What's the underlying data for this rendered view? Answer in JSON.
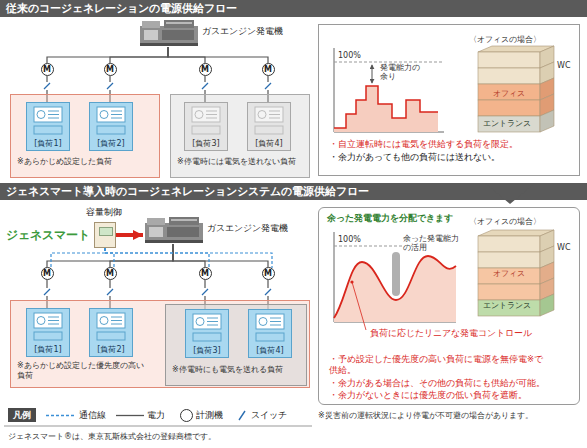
{
  "diagram": {
    "nodes": [
      {
        "text": [
          "従来のコージェネレーションの電源供給フロー"
        ]
      },
      {
        "text": [
          "ガスエンジン発電機"
        ]
      },
      {
        "text": [
          "M"
        ]
      },
      {
        "text": [
          "M"
        ]
      },
      {
        "text": [
          "M"
        ]
      },
      {
        "text": [
          "M"
        ]
      },
      {
        "text": [
          "※あらかじめ設定した負荷"
        ]
      },
      {
        "text": [
          "[負荷1]"
        ],
        "in": 6
      },
      {
        "text": [
          "[負荷2]"
        ],
        "in": 6
      },
      {
        "text": [
          "※停電時には電気を送れない負荷"
        ]
      },
      {
        "text": [
          "[負荷3]"
        ],
        "in": 9
      },
      {
        "text": [
          "[負荷4]"
        ],
        "in": 9
      },
      {
        "text": [
          "・自立運転時には電気を供給する負荷を限定。",
          "・余力があっても他の負荷には送れない。"
        ]
      },
      {
        "text": [
          "〈オフィスの場合〉",
          "WC",
          "オフィス",
          "エントランス"
        ],
        "in": 12
      },
      {
        "text": [
          "ジェネスマート導入時のコージェネレーションシステムの電源供給フロー"
        ]
      },
      {
        "text": [
          "ジェネスマート"
        ]
      },
      {
        "text": [
          "ガスエンジン発電機"
        ]
      },
      {
        "text": [
          "M"
        ]
      },
      {
        "text": [
          "M"
        ]
      },
      {
        "text": [
          "M"
        ]
      },
      {
        "text": [
          "M"
        ]
      },
      {
        "text": [
          "※あらかじめ設定した優先度の高い負荷"
        ]
      },
      {
        "text": [
          "[負荷1]"
        ],
        "in": 21
      },
      {
        "text": [
          "[負荷2]"
        ],
        "in": 21
      },
      {
        "text": [
          "※停電時にも電気を送れる負荷"
        ],
        "in": 21
      },
      {
        "text": [
          "[負荷3]"
        ],
        "in": 24
      },
      {
        "text": [
          "[負荷4]"
        ],
        "in": 24
      },
      {
        "text": [
          "余った発電電力を分配できます",
          "・予め設定した優先度の高い負荷に電源を無停電※で供給。",
          "・余力がある場合は、その他の負荷にも供給が可能。",
          "・余力がないときには優先度の低い負荷を遮断。"
        ]
      },
      {
        "text": [
          "〈オフィスの場合〉",
          "WC",
          "オフィス",
          "エントランス"
        ],
        "in": 27
      }
    ],
    "edges": [
      {
        "from": 1,
        "to": 2,
        "arrow": "none"
      },
      {
        "from": 1,
        "to": 3,
        "arrow": "none"
      },
      {
        "from": 1,
        "to": 4,
        "arrow": "none"
      },
      {
        "from": 1,
        "to": 5,
        "arrow": "none"
      },
      {
        "from": 2,
        "to": 7,
        "arrow": "none"
      },
      {
        "from": 3,
        "to": 8,
        "arrow": "none"
      },
      {
        "from": 4,
        "to": 10,
        "arrow": "none"
      },
      {
        "from": 5,
        "to": 11,
        "arrow": "none"
      },
      {
        "from": 15,
        "to": 16,
        "arrow": "to",
        "label": "容量制御"
      },
      {
        "from": 16,
        "to": 17,
        "arrow": "none"
      },
      {
        "from": 16,
        "to": 18,
        "arrow": "none"
      },
      {
        "from": 16,
        "to": 19,
        "arrow": "none"
      },
      {
        "from": 16,
        "to": 20,
        "arrow": "none"
      },
      {
        "from": 17,
        "to": 22,
        "arrow": "none"
      },
      {
        "from": 18,
        "to": 23,
        "arrow": "none"
      },
      {
        "from": 19,
        "to": 25,
        "arrow": "none"
      },
      {
        "from": 20,
        "to": 26,
        "arrow": "none"
      },
      {
        "from": 15,
        "to": 17,
        "arrow": "none"
      },
      {
        "from": 15,
        "to": 18,
        "arrow": "none"
      },
      {
        "from": 15,
        "to": 19,
        "arrow": "none"
      },
      {
        "from": 15,
        "to": 20,
        "arrow": "none"
      }
    ],
    "labels": [
      "100%",
      "発電能力の余り",
      "100%",
      "余った発電能力の活用",
      "負荷に応じたリニアな発電コントロール",
      "凡例",
      "M",
      "ジェネスマート®は、東京瓦斯株式会社の登録商標です。",
      "※災害前の運転状況により停電が不可避の場合があります。"
    ],
    "legend": [
      {
        "text": "通信線"
      },
      {
        "text": "電力"
      },
      {
        "text": "計測機"
      },
      {
        "text": "スイッチ"
      }
    ]
  }
}
